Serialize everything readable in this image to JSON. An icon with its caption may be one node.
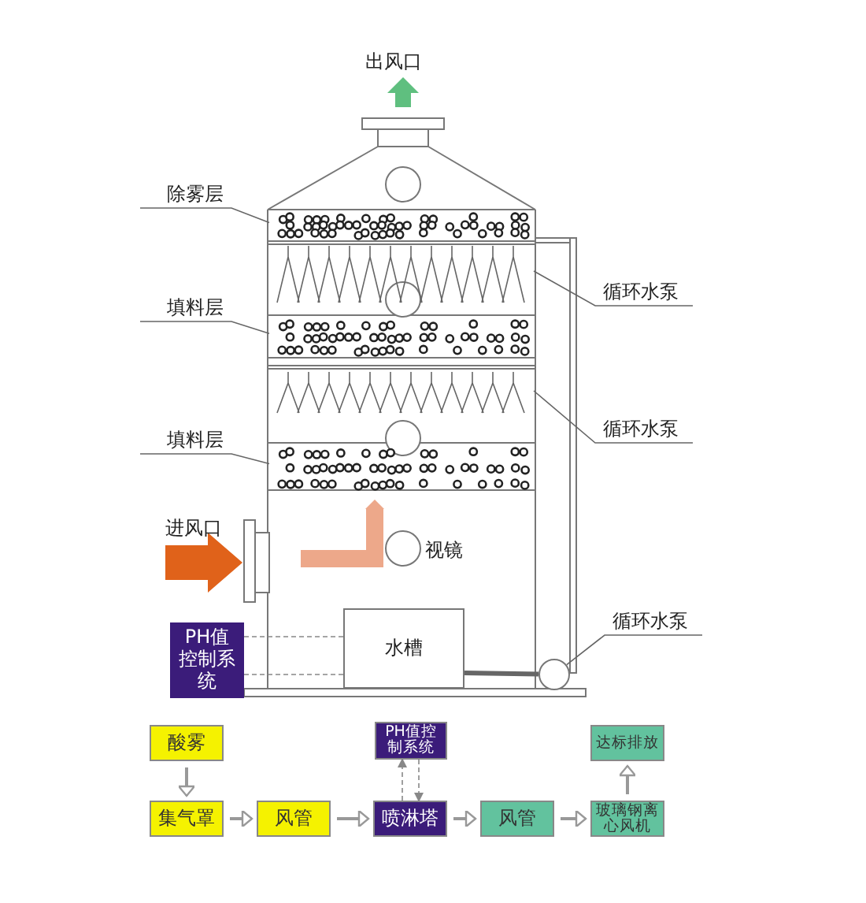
{
  "diagram": {
    "nodes": [
      {
        "text": [
          "除雾层"
        ]
      },
      {
        "text": [],
        "shape": "picture"
      },
      {
        "text": [
          "循环水泵"
        ]
      },
      {
        "text": [],
        "shape": "picture"
      },
      {
        "text": [
          "填料层"
        ]
      },
      {
        "text": [],
        "shape": "picture"
      },
      {
        "text": [
          "循环水泵"
        ]
      },
      {
        "text": [],
        "shape": "picture"
      },
      {
        "text": [
          "填料层"
        ]
      },
      {
        "text": [],
        "shape": "picture"
      },
      {
        "text": [
          "水槽"
        ]
      },
      {
        "text": [
          "PH值控制系统"
        ]
      },
      {
        "text": [
          "循环水泵"
        ]
      },
      {
        "text": [],
        "shape": "circle"
      },
      {
        "text": [
          "酸雾"
        ]
      },
      {
        "text": [
          "集气罩"
        ]
      },
      {
        "text": [
          "风管"
        ]
      },
      {
        "text": [
          "喷淋塔"
        ]
      },
      {
        "text": [
          "PH值控制系统"
        ]
      },
      {
        "text": [
          "风管"
        ]
      },
      {
        "text": [
          "玻璃钢离心风机"
        ]
      },
      {
        "text": [
          "达标排放"
        ]
      }
    ],
    "edges": [
      {
        "from": 0,
        "to": 1,
        "arrow": "none"
      },
      {
        "from": 2,
        "to": 3,
        "arrow": "none"
      },
      {
        "from": 4,
        "to": 5,
        "arrow": "none"
      },
      {
        "from": 6,
        "to": 7,
        "arrow": "none"
      },
      {
        "from": 8,
        "to": 9,
        "arrow": "none"
      },
      {
        "from": 12,
        "to": 13,
        "arrow": "none"
      },
      {
        "from": 11,
        "to": 10,
        "arrow": "none",
        "style": "dashed"
      },
      {
        "from": 11,
        "to": 10,
        "arrow": "none",
        "style": "dashed"
      },
      {
        "from": 10,
        "to": 13,
        "arrow": "none",
        "style": "thick"
      },
      {
        "from": null,
        "to": 9,
        "arrow": "to",
        "style": "thick",
        "color": "#eda88a"
      },
      {
        "from": 14,
        "to": 15,
        "arrow": "to"
      },
      {
        "from": 15,
        "to": 16,
        "arrow": "to"
      },
      {
        "from": 16,
        "to": 17,
        "arrow": "to"
      },
      {
        "from": 17,
        "to": 19,
        "arrow": "to"
      },
      {
        "from": 19,
        "to": 20,
        "arrow": "to"
      },
      {
        "from": 20,
        "to": 21,
        "arrow": "to"
      },
      {
        "from": 17,
        "to": 18,
        "arrow": "to",
        "style": "dashed"
      },
      {
        "from": 18,
        "to": 17,
        "arrow": "to",
        "style": "dashed"
      }
    ],
    "labels": [
      "出风口",
      "进风口",
      "视镜"
    ]
  }
}
